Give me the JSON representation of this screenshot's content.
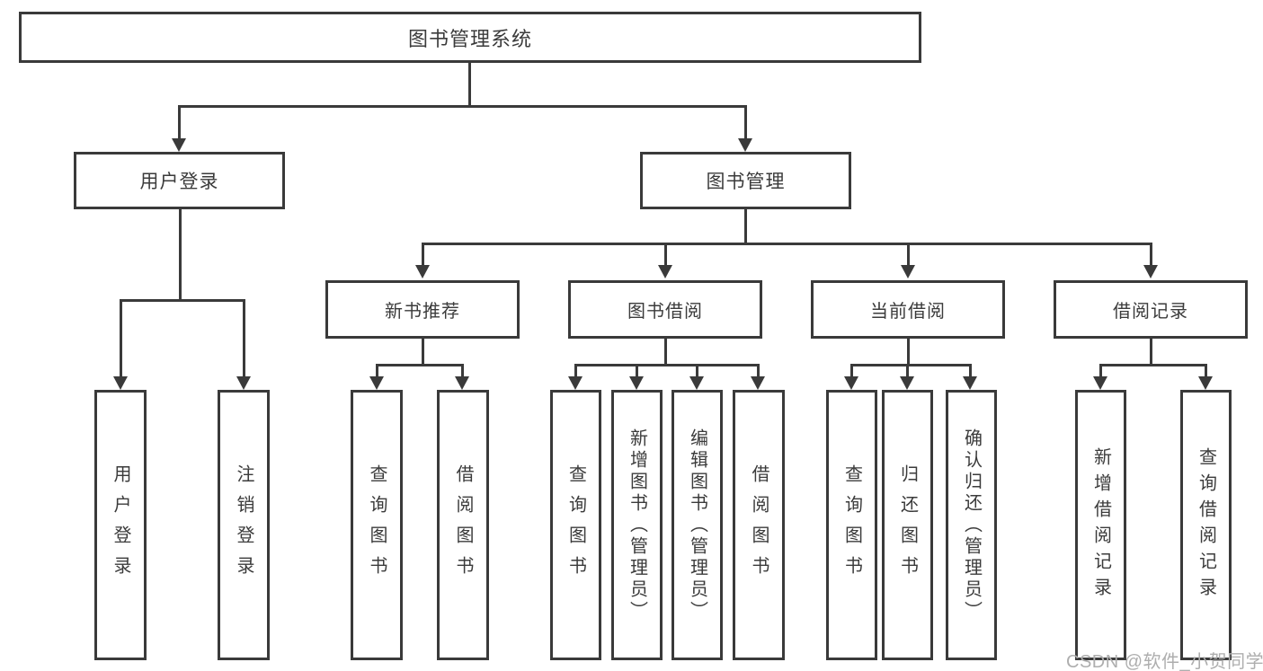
{
  "title": "图书管理系统",
  "level2": [
    "用户登录",
    "图书管理"
  ],
  "level3": [
    "新书推荐",
    "图书借阅",
    "当前借阅",
    "借阅记录"
  ],
  "leaves": [
    "用户登录",
    "注销登录",
    "查询图书",
    "借阅图书",
    "查询图书",
    "新增图书（管理员）",
    "编辑图书（管理员）",
    "借阅图书",
    "查询图书",
    "归还图书",
    "确认归还（管理员）",
    "新增借阅记录",
    "查询借阅记录"
  ],
  "watermark": "CSDN @软件_小贺同学",
  "colors": {
    "line": "#3a3a3a",
    "text": "#3b3b3b",
    "watermark": "#aeaeae",
    "background": "#ffffff"
  }
}
